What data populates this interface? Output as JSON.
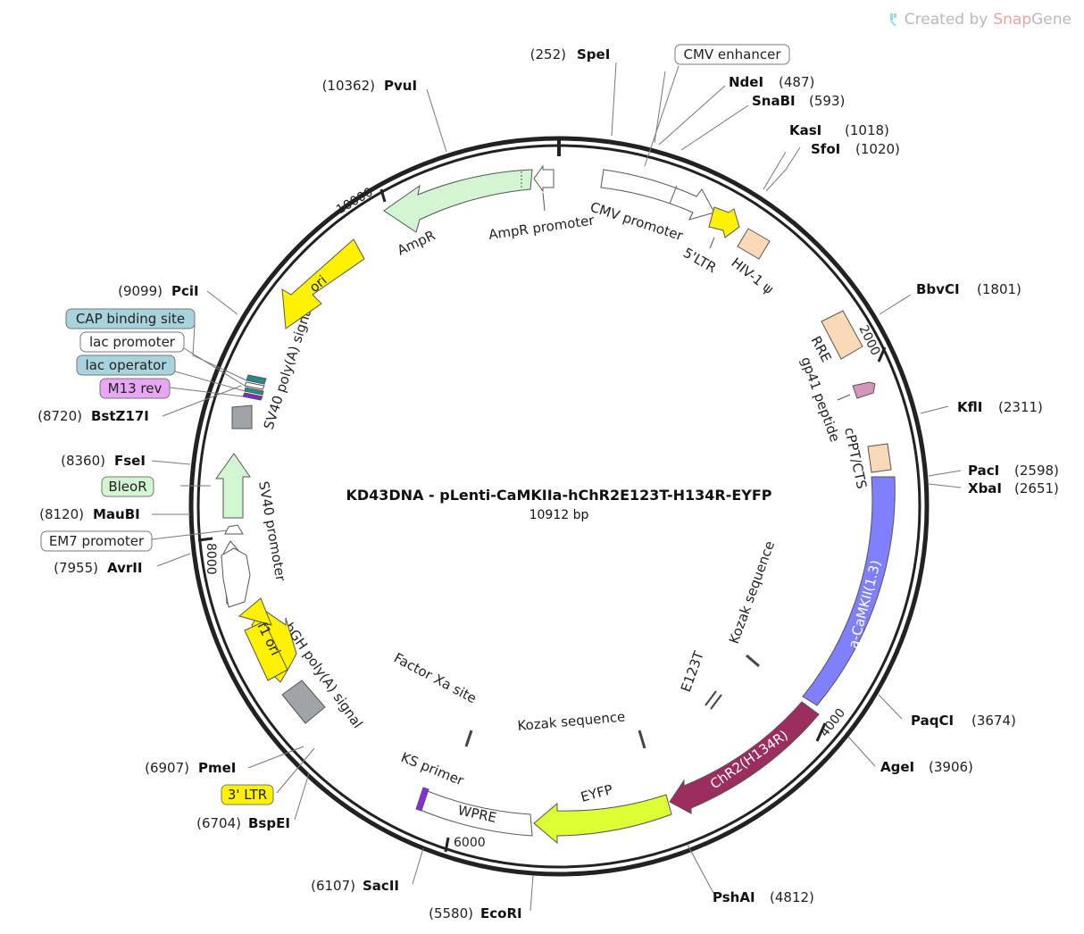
{
  "credit": {
    "prefix": "Created by",
    "brand_part1": "Snap",
    "brand_part2": "Gene"
  },
  "plasmid": {
    "name": "KD43DNA - pLenti-CaMKIIa-hChR2E123T-H134R-EYFP",
    "length_label": "10912 bp",
    "length": 10912
  },
  "ticks": [
    {
      "label": "2000",
      "pos": 2000
    },
    {
      "label": "4000",
      "pos": 4000
    },
    {
      "label": "6000",
      "pos": 6000
    },
    {
      "label": "8000",
      "pos": 8000
    },
    {
      "label": "10000",
      "pos": 10000
    }
  ],
  "sites": [
    {
      "name": "SpeI",
      "pos_label": "(252)",
      "pos": 252
    },
    {
      "name": "NdeI",
      "pos_label": "(487)",
      "pos": 487
    },
    {
      "name": "SnaBI",
      "pos_label": "(593)",
      "pos": 593
    },
    {
      "name": "KasI",
      "pos_label": "(1018)",
      "pos": 1018
    },
    {
      "name": "SfoI",
      "pos_label": "(1020)",
      "pos": 1020
    },
    {
      "name": "BbvCI",
      "pos_label": "(1801)",
      "pos": 1801
    },
    {
      "name": "KflI",
      "pos_label": "(2311)",
      "pos": 2311
    },
    {
      "name": "PacI",
      "pos_label": "(2598)",
      "pos": 2598
    },
    {
      "name": "XbaI",
      "pos_label": "(2651)",
      "pos": 2651
    },
    {
      "name": "PaqCI",
      "pos_label": "(3674)",
      "pos": 3674
    },
    {
      "name": "AgeI",
      "pos_label": "(3906)",
      "pos": 3906
    },
    {
      "name": "PshAI",
      "pos_label": "(4812)",
      "pos": 4812
    },
    {
      "name": "EcoRI",
      "pos_label": "(5580)",
      "pos": 5580
    },
    {
      "name": "SacII",
      "pos_label": "(6107)",
      "pos": 6107
    },
    {
      "name": "BspEI",
      "pos_label": "(6704)",
      "pos": 6704
    },
    {
      "name": "PmeI",
      "pos_label": "(6907)",
      "pos": 6907
    },
    {
      "name": "AvrII",
      "pos_label": "(7955)",
      "pos": 7955
    },
    {
      "name": "MauBI",
      "pos_label": "(8120)",
      "pos": 8120
    },
    {
      "name": "FseI",
      "pos_label": "(8360)",
      "pos": 8360
    },
    {
      "name": "BstZ17I",
      "pos_label": "(8720)",
      "pos": 8720
    },
    {
      "name": "PciI",
      "pos_label": "(9099)",
      "pos": 9099
    },
    {
      "name": "PvuI",
      "pos_label": "(10362)",
      "pos": 10362
    }
  ],
  "boxed_labels": [
    {
      "text": "CMV enhancer",
      "color": "#ffffff"
    },
    {
      "text": "CAP binding site",
      "color": "#a8d3dc"
    },
    {
      "text": "lac promoter",
      "color": "#ffffff"
    },
    {
      "text": "lac operator",
      "color": "#a8d3dc"
    },
    {
      "text": "M13 rev",
      "color": "#e7a7f2"
    },
    {
      "text": "BleoR",
      "color": "#d4f5d1"
    },
    {
      "text": "EM7 promoter",
      "color": "#ffffff"
    },
    {
      "text": "3' LTR",
      "color": "#fff200"
    }
  ],
  "features": [
    {
      "name": "CMV promoter",
      "color": "#ffffff",
      "kind": "arrow"
    },
    {
      "name": "5'LTR",
      "color": "#fff200",
      "kind": "arrow"
    },
    {
      "name": "HIV-1 ψ",
      "color": "#fad9b7",
      "kind": "box"
    },
    {
      "name": "RRE",
      "color": "#fad9b7",
      "kind": "box"
    },
    {
      "name": "gp41 peptide",
      "color": "#d596ba",
      "kind": "arrow"
    },
    {
      "name": "cPPT/CTS",
      "color": "#fad9b7",
      "kind": "box"
    },
    {
      "name": "a-CaMKII(1.3)",
      "color": "#8080ff",
      "kind": "box"
    },
    {
      "name": "Kozak sequence",
      "color": "#555555",
      "kind": "tick"
    },
    {
      "name": "E123T",
      "color": "#555555",
      "kind": "tick"
    },
    {
      "name": "ChR2(H134R)",
      "color": "#9b2d5f",
      "kind": "arrow"
    },
    {
      "name": "EYFP",
      "color": "#ddff33",
      "kind": "arrow"
    },
    {
      "name": "Kozak sequence",
      "color": "#555555",
      "kind": "tick"
    },
    {
      "name": "Factor Xa site",
      "color": "#555555",
      "kind": "tick"
    },
    {
      "name": "WPRE",
      "color": "#ffffff",
      "kind": "box"
    },
    {
      "name": "KS primer",
      "color": "#8a2be2",
      "kind": "box"
    },
    {
      "name": "bGH poly(A) signal",
      "color": "#a0a4a8",
      "kind": "box"
    },
    {
      "name": "f1 ori",
      "color": "#fff200",
      "kind": "arrow"
    },
    {
      "name": "SV40 promoter",
      "color": "#ffffff",
      "kind": "arrow"
    },
    {
      "name": "SV40 poly(A) signal",
      "color": "#a0a4a8",
      "kind": "box"
    },
    {
      "name": "ori",
      "color": "#fff200",
      "kind": "arrow"
    },
    {
      "name": "AmpR",
      "color": "#d4f5d1",
      "kind": "arrow"
    },
    {
      "name": "AmpR promoter",
      "color": "#ffffff",
      "kind": "arrow"
    }
  ]
}
